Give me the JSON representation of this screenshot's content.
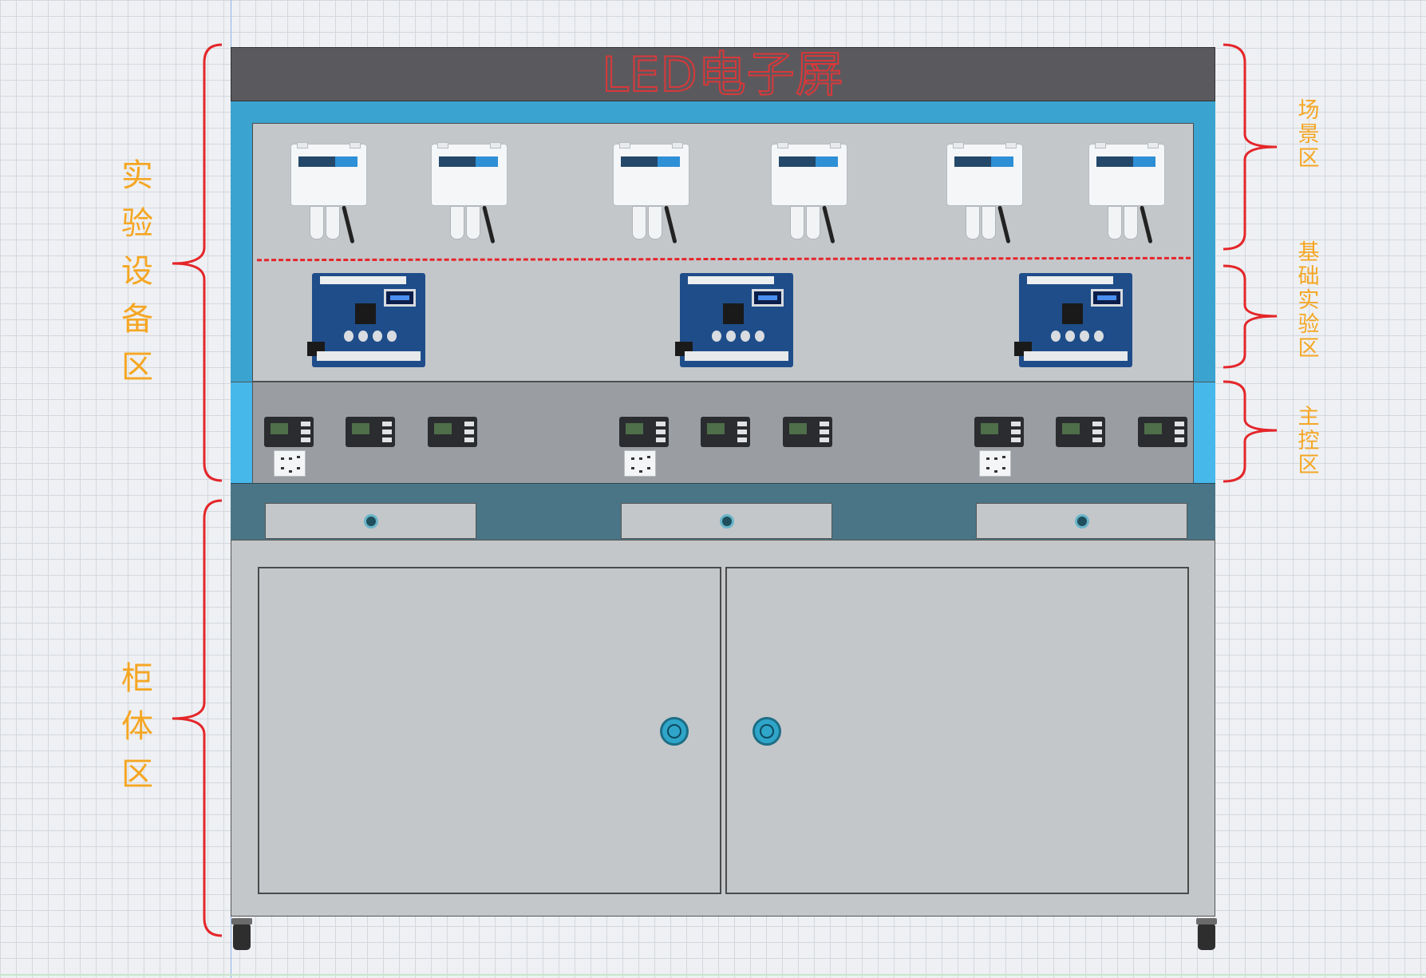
{
  "screen_title": "LED电子屏",
  "left_labels": {
    "equipment_area": "实验设备区",
    "cabinet_area": "柜体区"
  },
  "right_labels": {
    "scene_area": "场景区",
    "basic_experiment_area": "基础实验区",
    "main_control_area": "主控区"
  },
  "colors": {
    "annotation_text": "#f5a623",
    "brace": "#e4262a",
    "frame": "#3aa3d0",
    "led_panel": "#5a5a5e"
  },
  "devices": {
    "scene_sensors_count": 6,
    "basic_boards_count": 3,
    "main_control_modules_count": 9,
    "power_sockets_count": 3,
    "drawers_count": 3,
    "doors_count": 2
  }
}
